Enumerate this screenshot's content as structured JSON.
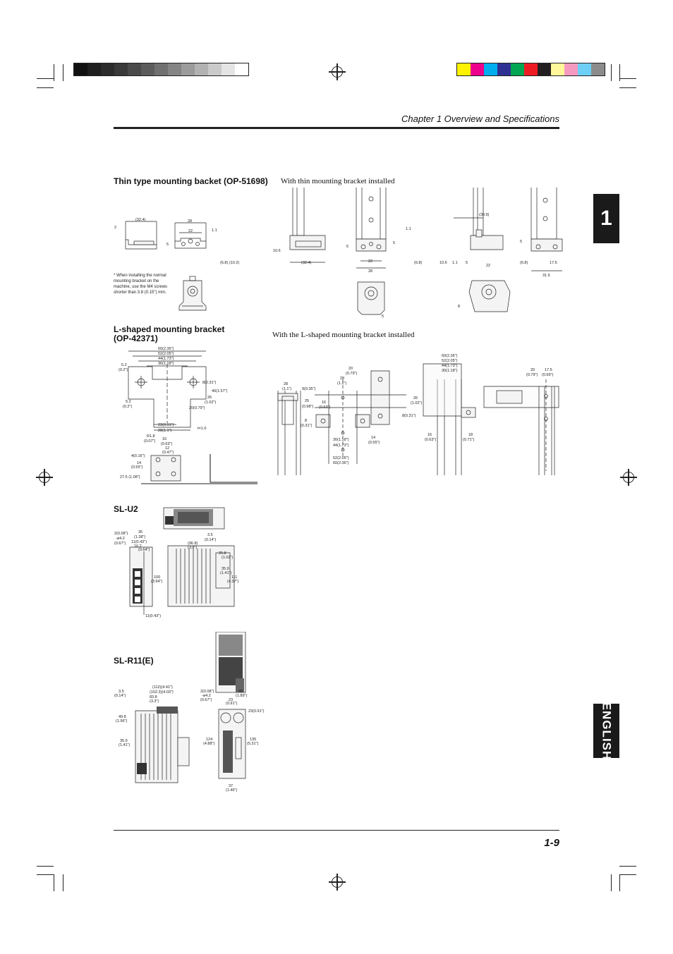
{
  "header": {
    "chapter": "Chapter 1  Overview and Specifications"
  },
  "colors": {
    "gray_bar": [
      "#111111",
      "#1f1f1f",
      "#2c2c2c",
      "#393939",
      "#4a4a4a",
      "#5c5c5c",
      "#707070",
      "#858585",
      "#9b9b9b",
      "#b2b2b2",
      "#cacaca",
      "#e4e4e4",
      "#ffffff"
    ],
    "color_bar": [
      "#fff200",
      "#ec008c",
      "#00aeef",
      "#2e3192",
      "#00a651",
      "#ed1c24",
      "#231f20",
      "#fff799",
      "#f49ac1",
      "#6dcff6",
      "#8c8c8c"
    ]
  },
  "side_tab": {
    "chapter_number": "1",
    "language": "ENGLISH"
  },
  "sections": {
    "thin_bracket": {
      "title": "Thin type mounting backet (OP-51698)",
      "installed_caption": "With thin mounting bracket installed",
      "note": "*   When installing the normal mounting bracket on the machine, use the M4 screws shorter than 3.8 (0.15\") mm.",
      "dims": {
        "d1": "(32.4)",
        "d2": "28",
        "d3": "22",
        "d4": "1.1",
        "d5": "2",
        "d6": "5",
        "d7": "(6.8) (10.2)",
        "i1": "10.6",
        "i2": "(32.4)",
        "i3": "5",
        "i4": "22",
        "i5": "28",
        "i6": "1.1",
        "i7": "5",
        "i8": "(6.8)",
        "i9": "(30.9)",
        "i10": "10.6",
        "i11": "1.1",
        "i12": "5",
        "i13": "22",
        "i14": "5",
        "i15": "(6.8)",
        "i16": "17.5",
        "i17": "31.5",
        "i18": "8",
        "i19": "5"
      }
    },
    "l_bracket": {
      "title": "L-shaped mounting bracket (OP-42371)",
      "installed_caption": "With the L-shaped mounting bracket installed",
      "dims": {
        "a1": "60(2.36\")",
        "a2": "52(2.05\")",
        "a3": "44(1.73\")",
        "a4": "30(1.18\")",
        "a5": "5.2",
        "a6": "(0.2\")",
        "a7": "8(0.31\")",
        "a8": "40(1.57\")",
        "a9": "26",
        "a10": "(1.02\")",
        "a11": "5.2",
        "a12": "(0.2\")",
        "a13": "20(0.79\")",
        "a14": "23(0.91\")",
        "a15": "28(1.1\")",
        "a16": "t=1.0",
        "b1": "16",
        "b2": "(0.63\")",
        "b3": "12",
        "b4": "(0.47\")",
        "b5": "4(0.16\")",
        "b6": "14",
        "b7": "(0.55\")",
        "b8": "27.5 (1.08\")",
        "b9": "R1.8",
        "b10": "(0.07\")",
        "c1": "28",
        "c2": "(1.1\")",
        "c3": "9(0.35\")",
        "c4": "20",
        "c5": "(0.79\")",
        "c6": "28",
        "c7": "(1.1\")",
        "c8": "25",
        "c9": "(0.98\")",
        "c10": "16",
        "c11": "(0.63\")",
        "c12": "8",
        "c13": "(0.31\")",
        "c14": "30(1.18\")",
        "c15": "44(1.73\")",
        "c16": "52(2.05\")",
        "c17": "60(2.36\")",
        "c18": "14",
        "c19": "(0.55\")",
        "c20": "60(2.36\")",
        "c21": "52(2.05\")",
        "c22": "44(1.73\")",
        "c23": "30(1.18\")",
        "c24": "26",
        "c25": "(1.02\")",
        "c26": "8(0.31\")",
        "c27": "16",
        "c28": "(0.63\")",
        "c29": "18",
        "c30": "(0.71\")",
        "c31": "20",
        "c32": "(0.79\")",
        "c33": "17.5",
        "c34": "(0.69\")"
      }
    },
    "sl_u2": {
      "title": "SL-U2",
      "dims": {
        "u1": "2(0.08\")",
        "u2": "-ø4.2",
        "u3": "(0.67\")",
        "u4": "35",
        "u5": "(1.38\")",
        "u6": "11(0.43\")",
        "u7": "16.2",
        "u8": "(0.64\")",
        "u9": "(96.8)",
        "u10": "(3.8\")",
        "u11": "3.5",
        "u12": "(0.14\")",
        "u13": "25.8",
        "u14": "(1.02\")",
        "u15": "35.9",
        "u16": "(1.41\")",
        "u17": "111",
        "u18": "(4.37\")",
        "u19": "100",
        "u20": "(3.94\")",
        "u21": "11(0.43\")"
      }
    },
    "sl_r11": {
      "title": "SL-R11(E)",
      "dims": {
        "r1": "3.5",
        "r2": "(0.14\")",
        "r3": "(112)(4.41\")",
        "r4": "(102.3)(4.03\")",
        "r5": "83.8",
        "r6": "(3.3\")",
        "r7": "49.8",
        "r8": "(1.96\")",
        "r9": "35.9",
        "r10": "(1.41\")",
        "r11": "2(0.08\")",
        "r12": "-ø4.2",
        "r13": "(0.67\")",
        "r14": "48",
        "r15": "(1.89\")",
        "r16": "23",
        "r17": "(0.91\")",
        "r18": "23(0.91\")",
        "r19": "124",
        "r20": "(4.88\")",
        "r21": "135",
        "r22": "(5.31\")",
        "r23": "37",
        "r24": "(1.46\")"
      }
    }
  },
  "footer": {
    "page_number": "1-9"
  }
}
